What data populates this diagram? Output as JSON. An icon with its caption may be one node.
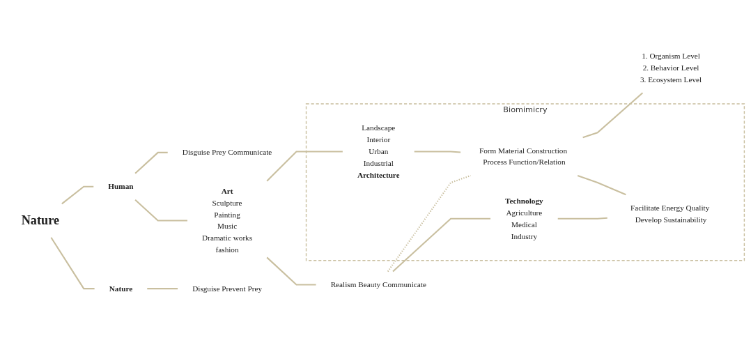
{
  "diagram": {
    "nodes": [
      {
        "text": [
          "Nature"
        ]
      },
      {
        "text": [
          "Human"
        ]
      },
      {
        "text": [
          "Nature"
        ]
      },
      {
        "text": [
          "Disguise Prevent Prey"
        ]
      },
      {
        "text": [
          "Disguise Prey Communicate"
        ]
      },
      {
        "text": [
          "Art",
          "Sculpture",
          "Painting",
          "Music",
          "Dramatic works",
          "fashion"
        ]
      },
      {
        "text": [
          "Biomimicry"
        ]
      },
      {
        "text": [
          "Landscape",
          "Interior",
          "Urban",
          "Industrial",
          "Architecture"
        ],
        "in": 6
      },
      {
        "text": [
          "Form Material Construction Process Function/Relation"
        ],
        "in": 6
      },
      {
        "text": [
          "1. Organism Level",
          "2. Behavior Level",
          "3. Ecosystem Level"
        ]
      },
      {
        "text": [
          "Realism Beauty Communicate"
        ]
      },
      {
        "text": [
          "Technology",
          "Agriculture",
          "Medical",
          "Industry"
        ],
        "in": 6
      },
      {
        "text": [
          "Facilitate Energy Quality Develop Sustainability"
        ],
        "in": 6
      }
    ],
    "edges": [
      {
        "from": 0,
        "to": 1,
        "arrow": "none"
      },
      {
        "from": 0,
        "to": 2,
        "arrow": "none"
      },
      {
        "from": 2,
        "to": 3,
        "arrow": "none"
      },
      {
        "from": 1,
        "to": 4,
        "arrow": "none"
      },
      {
        "from": 1,
        "to": 5,
        "arrow": "none"
      },
      {
        "from": 5,
        "to": 7,
        "arrow": "none"
      },
      {
        "from": 7,
        "to": 8,
        "arrow": "none"
      },
      {
        "from": 8,
        "to": 9,
        "arrow": "none"
      },
      {
        "from": 5,
        "to": 10,
        "arrow": "none"
      },
      {
        "from": 10,
        "to": 8,
        "arrow": "none",
        "style": "dashed"
      },
      {
        "from": 10,
        "to": 11,
        "arrow": "none"
      },
      {
        "from": 11,
        "to": 12,
        "arrow": "none"
      },
      {
        "from": 8,
        "to": 12,
        "arrow": "none"
      }
    ]
  }
}
